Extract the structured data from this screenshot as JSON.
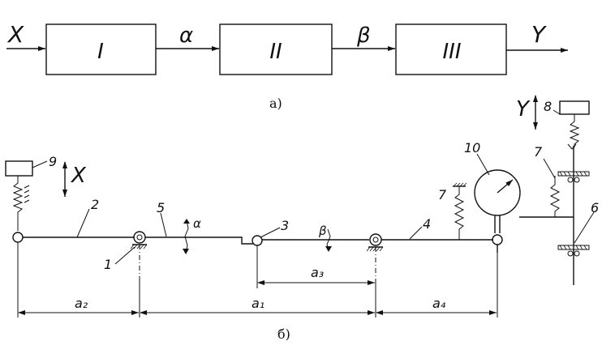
{
  "block_diagram": {
    "input_label": "X",
    "output_label": "Y",
    "blocks": [
      "I",
      "II",
      "III"
    ],
    "links": [
      "α",
      "β"
    ],
    "caption": "а)"
  },
  "mechanism": {
    "caption": "б)",
    "x_label": "X",
    "y_label": "Y",
    "alpha": "α",
    "beta": "β",
    "part_labels": {
      "p1": "1",
      "p2": "2",
      "p3": "3",
      "p4": "4",
      "p5": "5",
      "p6": "6",
      "p7a": "7",
      "p7b": "7",
      "p8": "8",
      "p9": "9",
      "p10": "10"
    },
    "dimensions": {
      "a1": "a₁",
      "a2": "a₂",
      "a3": "a₃",
      "a4": "a₄"
    }
  }
}
